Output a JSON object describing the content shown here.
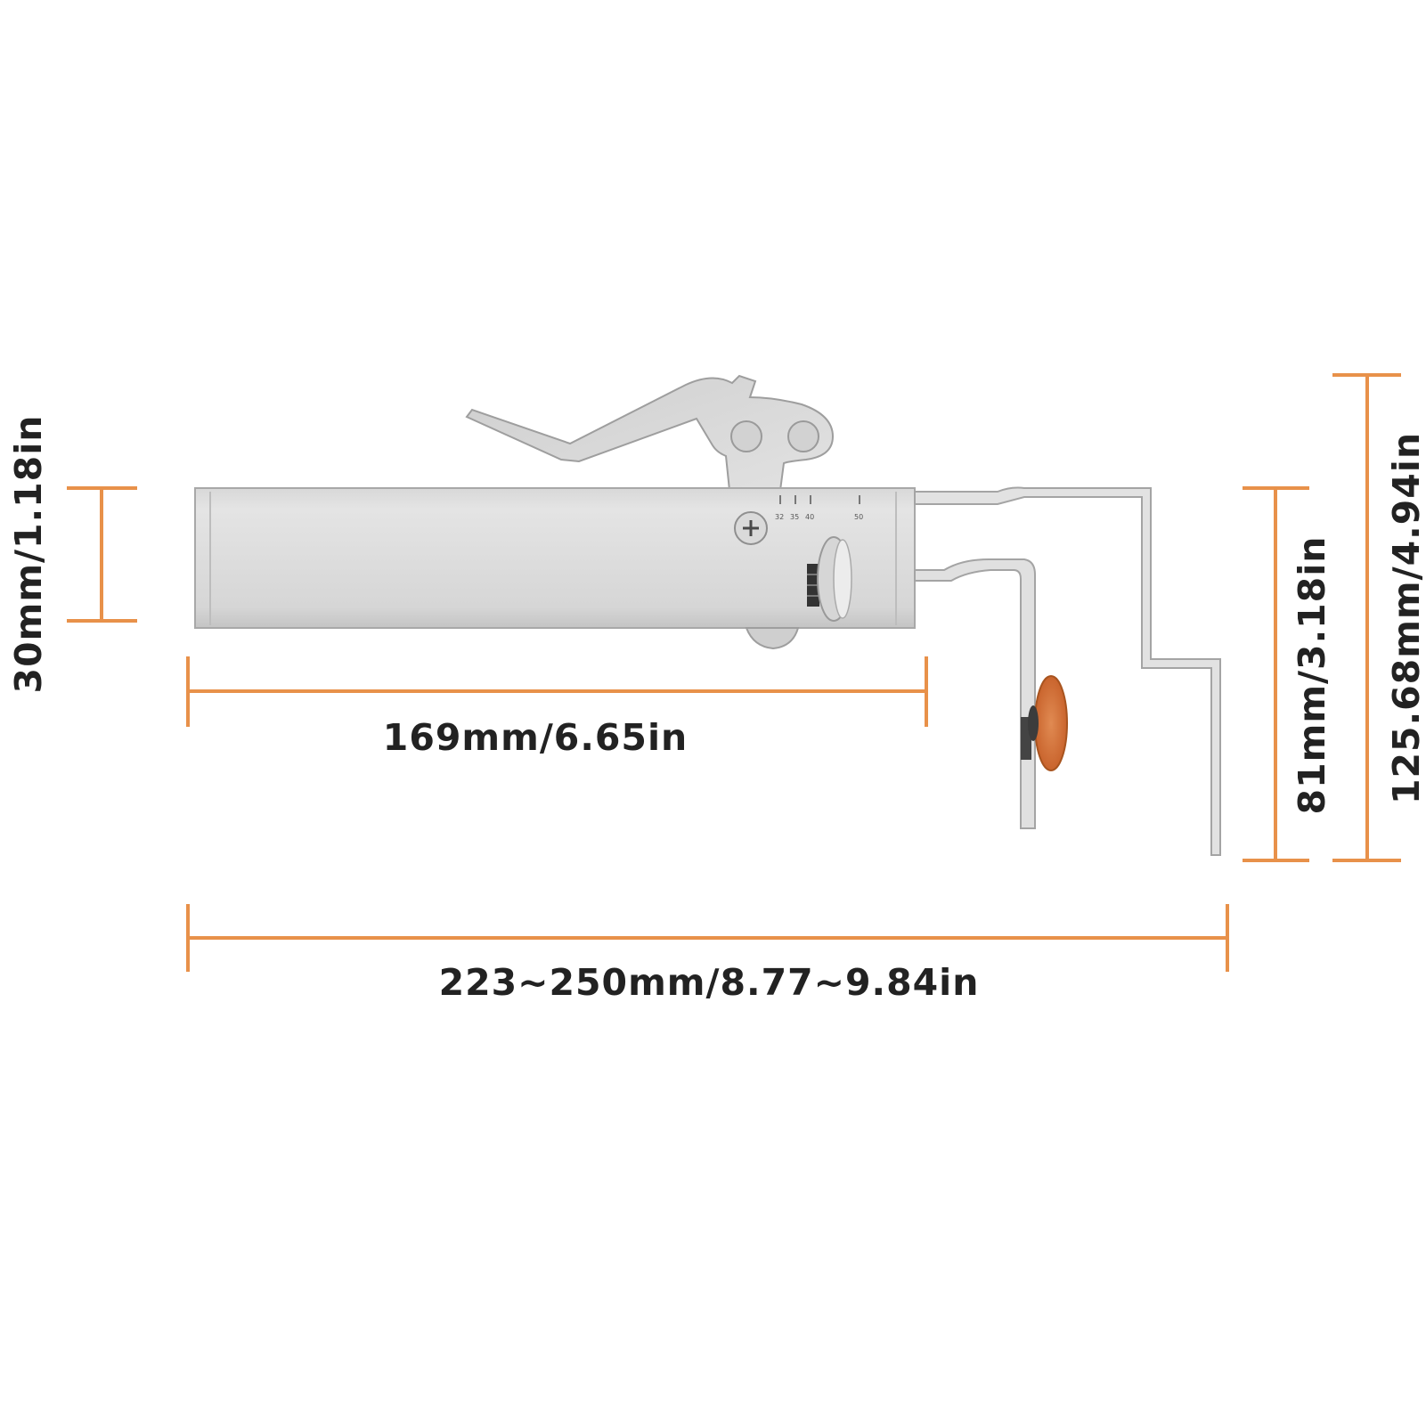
{
  "dimensions": {
    "thickness": "30mm/1.18in",
    "body_length": "169mm/6.65in",
    "total_length": "223~250mm/8.77~9.84in",
    "guide_height": "81mm/3.18in",
    "total_height": "125.68mm/4.94in"
  },
  "scale_marks": [
    "32",
    "35",
    "40",
    "50"
  ],
  "colors": {
    "dimension_line": "#E8914A",
    "metal_light": "#E6E6E6",
    "metal_mid": "#CFCFCF",
    "metal_dark": "#A9A9A9",
    "wheel": "#D9733A",
    "text": "#222222"
  },
  "icons": {
    "screw": "phillips-screw-icon"
  }
}
